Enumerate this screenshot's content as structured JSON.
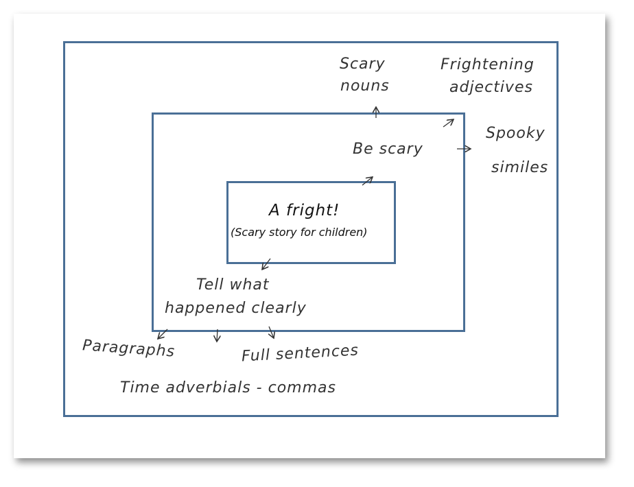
{
  "center": {
    "title": "A fright!",
    "subtitle": "(Scary story for children)"
  },
  "middle": {
    "be_scary": "Be scary",
    "tell_line1": "Tell what",
    "tell_line2": "happened clearly"
  },
  "outer": {
    "scary_nouns_1": "Scary",
    "scary_nouns_2": "nouns",
    "frightening_1": "Frightening",
    "frightening_2": "adjectives",
    "spooky_1": "Spooky",
    "spooky_2": "similes",
    "paragraphs": "Paragraphs",
    "full_sentences": "Full sentences",
    "time_adverbials": "Time adverbials - commas"
  },
  "colors": {
    "box_border": "#4a6f96"
  }
}
